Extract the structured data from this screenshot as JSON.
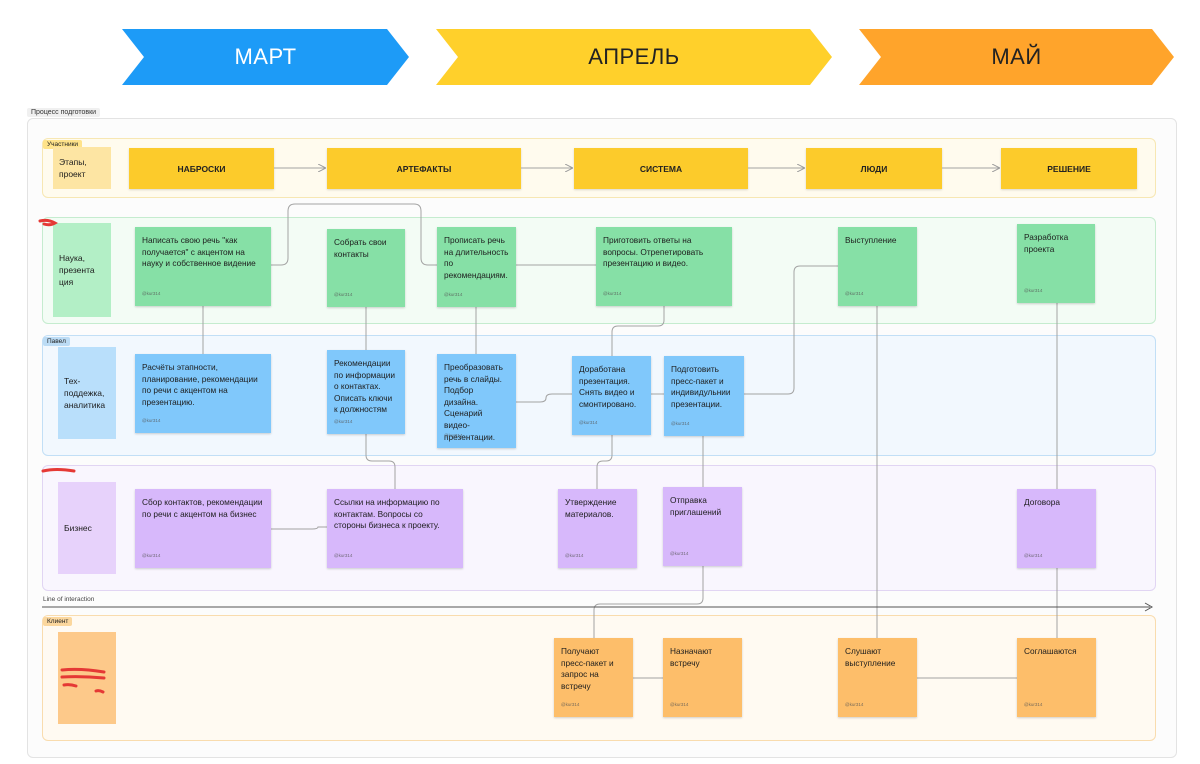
{
  "months": [
    {
      "label": "МАРТ",
      "color": "#1d9bf7",
      "text_color": "#ffffff"
    },
    {
      "label": "АПРЕЛЬ",
      "color": "#ffd02b",
      "text_color": "#222222"
    },
    {
      "label": "МАЙ",
      "color": "#ffa42b",
      "text_color": "#222222"
    }
  ],
  "frame_label": "Процесс подготовки",
  "stages_lane": {
    "tag": "Участники",
    "name": "Этапы,\nпроект",
    "stages": [
      "НАБРОСКИ",
      "АРТЕФАКТЫ",
      "СИСТЕМА",
      "ЛЮДИ",
      "РЕШЕНИЕ"
    ]
  },
  "lanes": {
    "science": {
      "tag": "",
      "name": "Наука,\nпрезента\nция"
    },
    "tech": {
      "tag": "Павел",
      "name": "Тех-\nподдежка,\nаналитика"
    },
    "business": {
      "tag": "",
      "name": "Бизнес"
    },
    "client": {
      "tag": "Клиент",
      "name": ""
    }
  },
  "line_of_interaction": "Line of interaction",
  "stickies": {
    "science": [
      {
        "text": "Написать свою речь \"как получается\" с акцентом на науку и собственное видение",
        "author": "@kur314"
      },
      {
        "text": "Собрать свои контакты",
        "author": "@kur314"
      },
      {
        "text": "Прописать речь на длительность по рекомендациям.",
        "author": "@kur314"
      },
      {
        "text": "Приготовить ответы на вопросы. Отрепетировать презентацию и видео.",
        "author": "@kur314"
      },
      {
        "text": "Выступление",
        "author": "@kur314"
      },
      {
        "text": "Разработка проекта",
        "author": "@kur314"
      }
    ],
    "tech": [
      {
        "text": "Расчёты этапности, планирование, рекомендации по речи с акцентом на презентацию.",
        "author": "@kur314"
      },
      {
        "text": "Рекомендации по информации о контактах. Описать ключи к должностям",
        "author": "@kur314"
      },
      {
        "text": "Преобразовать речь в слайды. Подбор дизайна. Сценарий видео-презентации.",
        "author": "@kur314"
      },
      {
        "text": "Доработана презентация. Снять видео и смонтировано.",
        "author": "@kur314"
      },
      {
        "text": "Подготовить пресс-пакет и индивидульнии презентации.",
        "author": "@kur314"
      }
    ],
    "business": [
      {
        "text": "Сбор контактов, рекомендации по речи с акцентом на бизнес",
        "author": "@kur314"
      },
      {
        "text": "Ссылки на информацию по контактам. Вопросы со стороны бизнеса к проекту.",
        "author": "@kur314"
      },
      {
        "text": "Утверждение материалов.",
        "author": "@kur314"
      },
      {
        "text": "Отправка приглашений",
        "author": "@kur314"
      },
      {
        "text": "Договора",
        "author": "@kur314"
      }
    ],
    "client": [
      {
        "text": "Получают пресс-пакет и запрос на встречу",
        "author": "@kur314"
      },
      {
        "text": "Назначают встречу",
        "author": "@kur314"
      },
      {
        "text": "Слушают выступление",
        "author": "@kur314"
      },
      {
        "text": "Соглашаются",
        "author": "@kur314"
      }
    ]
  },
  "colors": {
    "stage_yellow": "#fccb2b",
    "sticky_green": "#86e0a6",
    "sticky_blue": "#80c8fb",
    "sticky_purple": "#d7b8fb",
    "sticky_orange": "#fdbe6a",
    "redaction": "#e53935"
  }
}
